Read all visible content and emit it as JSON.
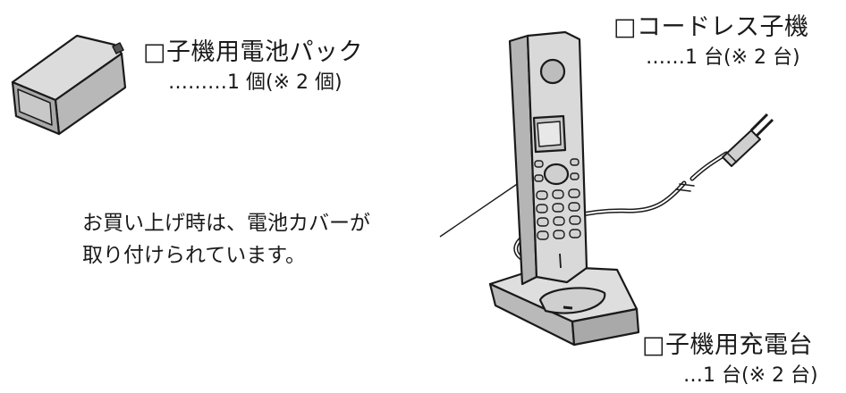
{
  "battery": {
    "title": "□子機用電池パック",
    "qty": "………1 個(※ 2 個)"
  },
  "handset": {
    "title": "□コードレス子機",
    "qty": "……1 台(※ 2 台)"
  },
  "charger": {
    "title": "□子機用充電台",
    "qty": "…1 台(※ 2 台)"
  },
  "note": {
    "line1": "お買い上げ時は、電池カバーが",
    "line2": "取り付けられています。"
  },
  "colors": {
    "line": "#1a1a1a",
    "body_gray": "#d4d4d4",
    "panel_gray": "#bdbdbd",
    "dark_gray": "#8a8a8a"
  }
}
